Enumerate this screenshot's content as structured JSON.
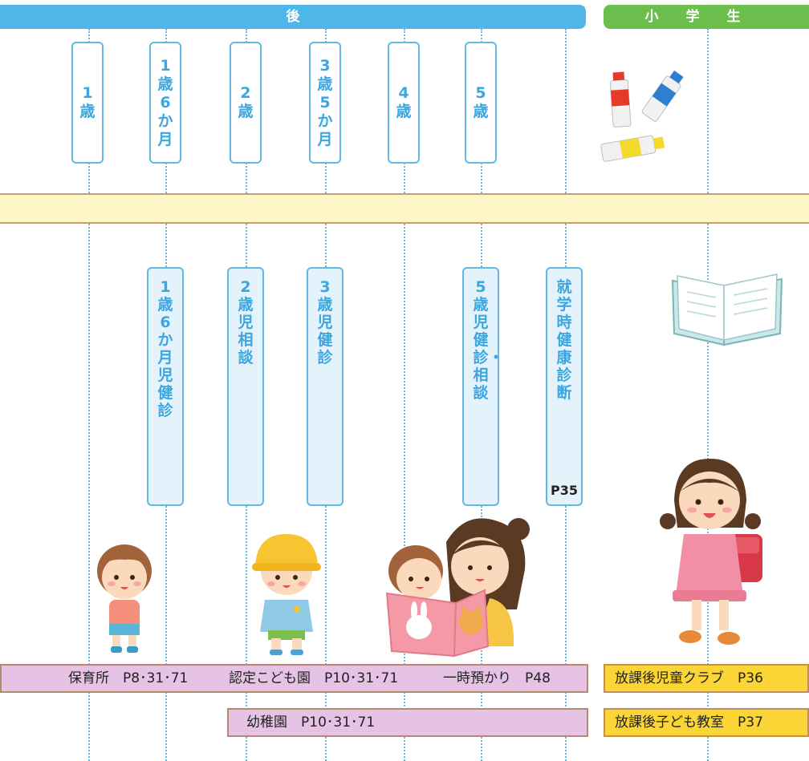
{
  "headers": {
    "left": "後",
    "right": "小学生"
  },
  "ages": [
    {
      "text": "1歳"
    },
    {
      "text": "1歳6か月"
    },
    {
      "text": "2歳"
    },
    {
      "text": "3歳5か月"
    },
    {
      "text": "4歳"
    },
    {
      "text": "5歳"
    }
  ],
  "checkups": [
    {
      "text": "1歳6か月児健診",
      "page": ""
    },
    {
      "text": "2歳児相談",
      "page": ""
    },
    {
      "text": "3歳児健診",
      "page": ""
    },
    {
      "text": "5歳児健診・相談",
      "page": ""
    },
    {
      "text": "就学時健康診断",
      "page": "P35"
    }
  ],
  "services": {
    "nursery": "保育所　P8･31･71",
    "certified": "認定こども園　P10･31･71",
    "temporary": "一時預かり　P48",
    "kindergarten": "幼稚園　P10･31･71",
    "afterschool_club": "放課後児童クラブ　P36",
    "afterschool_class": "放課後子ども教室　P37"
  },
  "illustrations": [
    "paint-tubes-icon",
    "open-book-icon",
    "toddler-icon",
    "child-yellow-hat-icon",
    "mother-reading-icon",
    "schoolgirl-icon"
  ]
}
